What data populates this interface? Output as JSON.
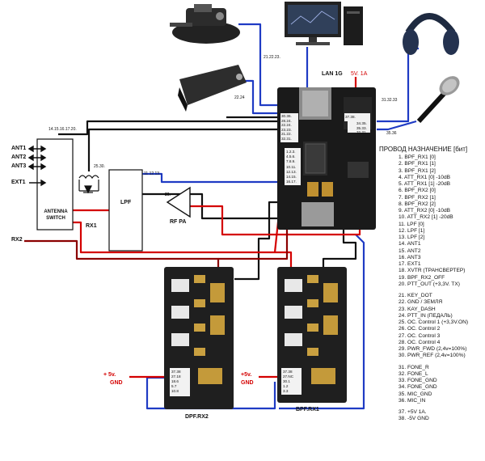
{
  "labels": {
    "lan": "LAN 1G",
    "power_top": "5V. 1A",
    "keyer_pins": "21.22.23.",
    "pedal_pins": "22.24",
    "audio_pins": "31.32.33",
    "mic_pins": "35.36",
    "ant_pins": "14.15.16.17.20.",
    "rx_pins": "25.30.",
    "lpf_pins": "11.12.13..",
    "pa_pin": "20.",
    "ant1": "ANT1",
    "ant2": "ANT2",
    "ant3": "ANT3",
    "ext1": "EXT1",
    "antenna_switch": "ANTENNA SWITCH",
    "rx1": "RX1",
    "rx2": "RX2",
    "lpf": "LPF",
    "rf_pa": "RF PA",
    "dpf_rx2": "DPF.RX2",
    "bpf_rx1": "BPF.RX1",
    "plus5v_left": "+ 5v.",
    "gnd_left": "GND",
    "plus5v_right": "+5v.",
    "gnd_right": "GND"
  },
  "main_board_pins": [
    "30.36.",
    "28.24.",
    "22.24.",
    "23.23.",
    "21.22.",
    "32.31."
  ],
  "main_board_side_pins": [
    "1.2.3.",
    "4.5.6.",
    "7.8.9.",
    "10.11.",
    "12.13.",
    "14.15.",
    "16.17."
  ],
  "power_connector_pins": [
    "37.38."
  ],
  "audio_connector_pins": [
    "34.35.",
    "35.33.",
    "32.31."
  ],
  "dpf_connector_pins": [
    "37.38",
    "27.18",
    "18.6",
    "5.7",
    "10.8"
  ],
  "bpf_connector_pins": [
    "37.38",
    "27.NC",
    "30.1",
    "1.2",
    "3.3"
  ],
  "pin_list": {
    "heading": "ПРОВОД  НАЗНАЧЕНИЕ   [бит]",
    "groups": [
      [
        "1.  BPF_RX1 [0]",
        "2.  BPF_RX1 [1]",
        "3.  BPF_RX1 [2]",
        "4.  ATT_RX1 [0]  -10dB",
        "5.  ATT_RX1 [1]  -20dB",
        "6.  BPF_RX2 [0]",
        "7.  BPF_RX2 [1]",
        "8.  BPF_RX2 [2]",
        "9.  ATT_RX2 [0]  -10dB",
        "10. ATT_RX2 [1]  -20dB",
        "11. LPF [0]",
        "12. LPF [1]",
        "13. LPF [2]",
        "14. ANT1",
        "15. ANT2",
        "16. ANT3",
        "17. EXT1",
        "18. XVTR  (ТРАНСВЕРТЕР)",
        "19. BPF_RX2_OFF",
        "20. PTT_OUT (+3,3V. TX)"
      ],
      [
        "21. KEY_DOT",
        "22. GND / ЗЕМЛЯ",
        "23. KAY_DASH",
        "24. PTT_IN  (ПЕДАЛЬ)",
        "25. OC. Control 1 (+3,3V.ON)",
        "26. OC. Control 2",
        "27. OC. Control 3",
        "28. OC. Control 4",
        "29. PWR_FWD (2,4v=100%)",
        "30. PWR_REF  (2,4v=100%)"
      ],
      [
        "31. FONE_R",
        "32. FONE_L",
        "33. FONE_GND",
        "34. FONE_GND",
        "35. MIC_GND",
        "36. MIC_IN"
      ],
      [
        "37. +5V  1A.",
        "38. -5V  GND"
      ]
    ]
  }
}
